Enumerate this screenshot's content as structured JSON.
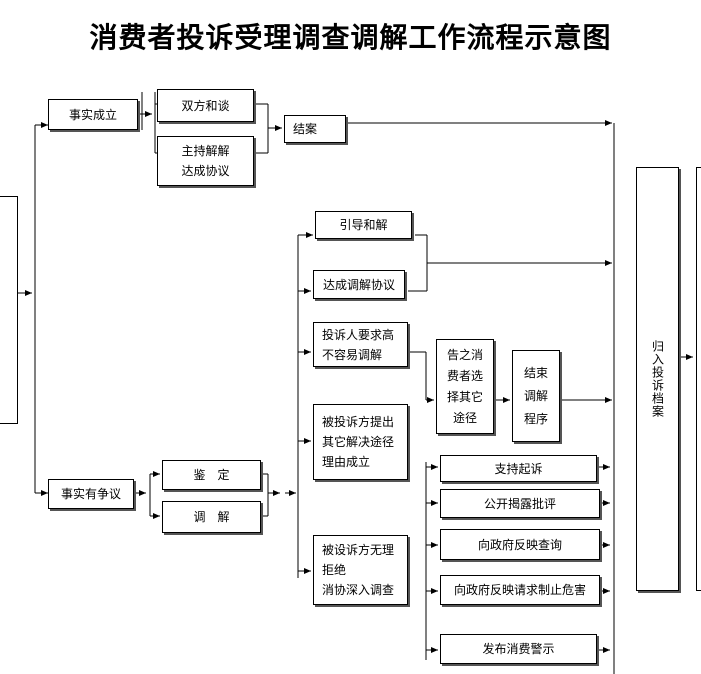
{
  "title": "消费者投诉受理调查调解工作流程示意图",
  "nodes": {
    "fact_established": "事实成立",
    "mutual_talk": "双方和谈",
    "hosted_mediation": "主持解解\n达成协议",
    "close_case": "结案",
    "guide_settle": "引导和解",
    "reach_agreement": "达成调解协议",
    "complainant_demand": "投诉人要求高\n不容易调解",
    "notify_consumer": "告之消\n费者选\n择其它\n途径",
    "end_mediation": "结束\n调解\n程序",
    "respondent_other": "被投诉方提出\n其它解决途径\n理由成立",
    "respondent_refuse": "被设诉方无理\n拒绝\n消协深入调查",
    "fact_disputed": "事实有争议",
    "appraisal": "鉴　定",
    "mediation": "调　解",
    "support_lawsuit": "支持起诉",
    "public_criticism": "公开揭露批评",
    "report_gov": "向政府反映查询",
    "report_gov_stop": "向政府反映请求制止危害",
    "consumer_warning": "发布消费警示",
    "archive": "归入投诉档案"
  }
}
